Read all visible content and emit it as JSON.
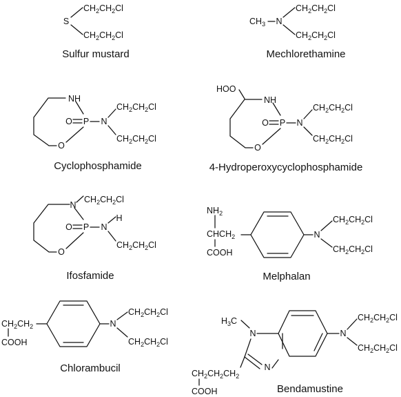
{
  "groups": {
    "ch2ch2cl": [
      "CH",
      "2",
      "CH",
      "2",
      "Cl"
    ],
    "ch3": [
      "CH",
      "3"
    ],
    "h3c": [
      "H",
      "3",
      "C"
    ],
    "chch2": [
      "CHCH",
      "2"
    ],
    "ch2ch2": [
      "CH",
      "2",
      "CH",
      "2"
    ],
    "ch2ch2ch2": [
      "CH",
      "2",
      "CH",
      "2",
      "CH",
      "2"
    ]
  },
  "atoms": {
    "S": "S",
    "N": "N",
    "NH": "NH",
    "O": "O",
    "P": "P",
    "H": "H",
    "O_eq": "O",
    "HOO": "HOO",
    "NH2": "NH",
    "NH2_sub": "2",
    "COOH": "COOH"
  },
  "compounds": [
    {
      "name": "Sulfur mustard"
    },
    {
      "name": "Mechlorethamine"
    },
    {
      "name": "Cyclophosphamide"
    },
    {
      "name": "4-Hydroperoxycyclophosphamide"
    },
    {
      "name": "Ifosfamide"
    },
    {
      "name": "Melphalan"
    },
    {
      "name": "Chlorambucil"
    },
    {
      "name": "Bendamustine"
    }
  ]
}
